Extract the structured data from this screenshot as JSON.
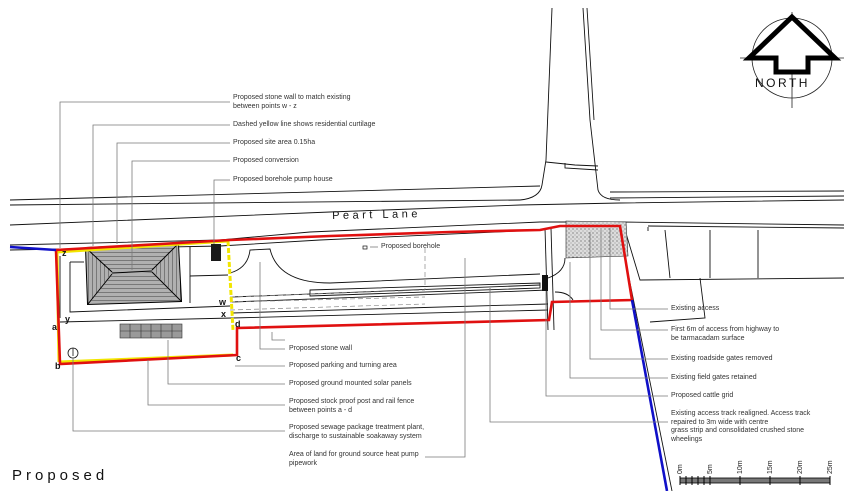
{
  "title": "Proposed",
  "north_arrow": {
    "label": "NORTH",
    "icon": "north-arrow-icon"
  },
  "road": {
    "name": "Peart Lane"
  },
  "points": [
    "z",
    "y",
    "a",
    "b",
    "c",
    "d",
    "w",
    "x"
  ],
  "annotations_top": [
    {
      "text": "Proposed stone wall to match existing\nbetween points w - z"
    },
    {
      "text": "Dashed yellow line shows residential curtilage"
    },
    {
      "text": "Proposed site area 0.15ha"
    },
    {
      "text": "Proposed conversion"
    },
    {
      "text": "Proposed borehole pump house"
    }
  ],
  "annotation_borehole": {
    "text": "Proposed borehole"
  },
  "annotations_bottom": [
    {
      "text": "Proposed stone wall"
    },
    {
      "text": "Proposed parking and turning area"
    },
    {
      "text": "Proposed ground mounted solar panels"
    },
    {
      "text": "Proposed stock proof post and rail fence\nbetween points a - d"
    },
    {
      "text": "Proposed sewage package treatment plant,\ndischarge to sustainable soakaway system"
    },
    {
      "text": "Area of land for ground source heat pump\npipework"
    }
  ],
  "annotations_right": [
    {
      "text": "Existing access"
    },
    {
      "text": "First 6m of access from highway to\nbe tarmacadam surface"
    },
    {
      "text": "Existing roadside gates removed"
    },
    {
      "text": "Existing field gates retained"
    },
    {
      "text": "Proposed cattle grid"
    },
    {
      "text": "Existing access track realigned. Access track\nrepaired to 3m wide with centre\ngrass strip and consolidated crushed stone\nwheelings"
    }
  ],
  "scale_bar": {
    "ticks": [
      "0m",
      "5m",
      "10m",
      "15m",
      "20m",
      "25m"
    ]
  },
  "colors": {
    "site_boundary": "#e01010",
    "curtilage": "#f2e600",
    "ownership": "#1010c8",
    "linework": "#111111",
    "leader": "#7a7a7a",
    "roof": "#9a9a9a"
  }
}
